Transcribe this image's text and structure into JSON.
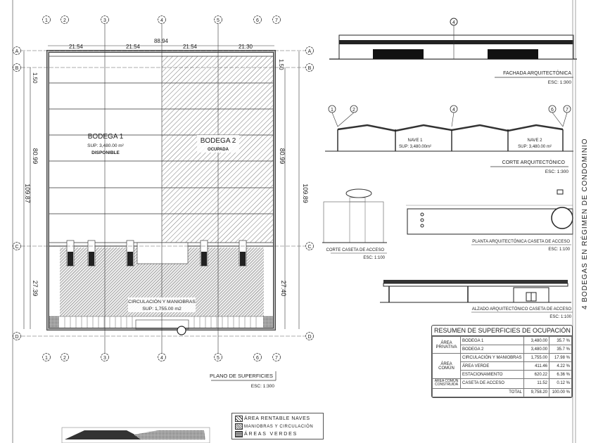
{
  "plan": {
    "title": "PLANO DE SUPERFICIES",
    "scale": "ESC: 1:300",
    "grid_columns": [
      "1",
      "2",
      "3",
      "4",
      "5",
      "6",
      "7"
    ],
    "grid_rows": [
      "A",
      "B",
      "C",
      "D"
    ],
    "dims_top": {
      "total": "88.94",
      "spans": [
        "21.54",
        "21.54",
        "21.54",
        "21.30"
      ]
    },
    "dims_left": {
      "bodegas": "80.99",
      "total": "109.87",
      "circulation": "27.39",
      "top": "1.50"
    },
    "dims_right": {
      "bodegas": "80.99",
      "total": "109.89",
      "circulation": "27.40",
      "top": "1.50"
    },
    "bodega1": {
      "name": "BODEGA 1",
      "area": "SUP: 3,480.00 m²",
      "status": "DISPONIBLE"
    },
    "bodega2": {
      "name": "BODEGA 2",
      "status": "OCUPADA"
    },
    "circulation": {
      "name": "CIRCULACIÓN Y MANIOBRAS",
      "area": "SUP: 1,755.00 m2"
    }
  },
  "facade": {
    "title": "FACHADA ARQUITECTÓNICA",
    "scale": "ESC: 1:300"
  },
  "section": {
    "title": "CORTE ARQUITECTÓNICO",
    "scale": "ESC: 1:300",
    "nave1": "NAVE 1",
    "nave1_area": "SUP: 3,480.00m²",
    "nave2": "NAVE 2",
    "nave2_area": "SUP: 3,480.00 m²",
    "grid_columns": [
      "1",
      "2",
      "4",
      "6",
      "7"
    ]
  },
  "guardhouse_section": {
    "title": "CORTE CASETA DE ACCESO",
    "scale": "ESC: 1:100"
  },
  "guardhouse_plan": {
    "title": "PLANTA ARQUITECTÓNICA CASETA DE ACCESO",
    "scale": "ESC: 1:100"
  },
  "guardhouse_elevation": {
    "title": "ALZADO ARQUITECTÓNICO CASETA DE ACCESO",
    "scale": "ESC: 1:100"
  },
  "summary": {
    "title": "RESUMEN DE SUPERFICIES DE OCUPACIÓN",
    "groups": {
      "private": "ÁREA PRIVATIVA",
      "common": "ÁREA COMÚN",
      "built": "ÁREA COMÚN CONSTRUIDA"
    },
    "rows": [
      {
        "label": "BODEGA 1",
        "area": "3,480.00",
        "pct": "35.7 %"
      },
      {
        "label": "BODEGA 2",
        "area": "3,480.00",
        "pct": "35.7 %"
      },
      {
        "label": "CIRCULACIÓN Y MANIOBRAS",
        "area": "1,755.00",
        "pct": "17.98 %"
      },
      {
        "label": "ÁREA VERDE",
        "area": "411.46",
        "pct": "4.22 %"
      },
      {
        "label": "ESTACIONAMIENTO",
        "area": "620.22",
        "pct": "6.36 %"
      },
      {
        "label": "CASETA DE ACCESO",
        "area": "11.52",
        "pct": "0.12 %"
      }
    ],
    "total_label": "TOTAL",
    "total_area": "9,758.20",
    "total_pct": "100.00 %"
  },
  "legend": {
    "items": [
      "ÁREA RENTABLE NAVES",
      "MANIOBRAS Y CIRCULACIÓN",
      "ÁREAS VERDES"
    ]
  },
  "sheet_title": "4 BODEGAS EN RÉGIMEN DE CONDOMINIO"
}
